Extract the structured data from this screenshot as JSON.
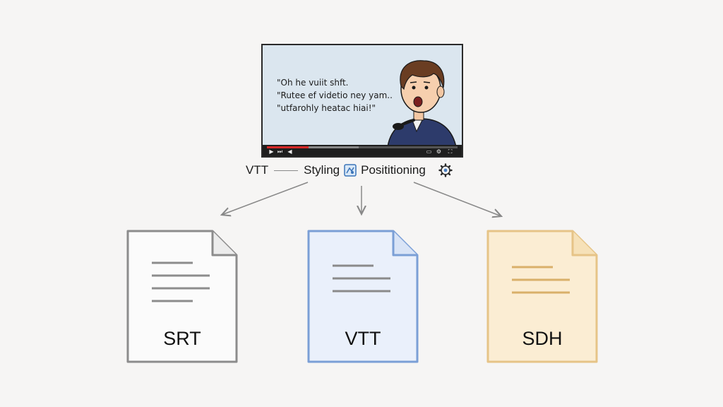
{
  "video": {
    "subtitle_lines": [
      "\"Oh he vuiit shft.",
      "\"Rutee ef videtio ney yam..",
      "\"utfarohly heatac hiai!\""
    ]
  },
  "features": {
    "format": "VTT",
    "styling": "Styling",
    "positioning": "Posititioning"
  },
  "icons": {
    "styling": "style-icon",
    "positioning": "gear-icon"
  },
  "files": [
    {
      "label": "SRT",
      "border_color": "#8c8c8c",
      "fill_color": "#fbfbfb",
      "line_color": "#8c8c8c"
    },
    {
      "label": "VTT",
      "border_color": "#7b9fd6",
      "fill_color": "#eaf0fb",
      "line_color": "#8a8a8a"
    },
    {
      "label": "SDH",
      "border_color": "#e6c487",
      "fill_color": "#fbedd3",
      "line_color": "#d9b06a"
    }
  ],
  "colors": {
    "background": "#f6f5f4",
    "progress": "#d62828"
  }
}
